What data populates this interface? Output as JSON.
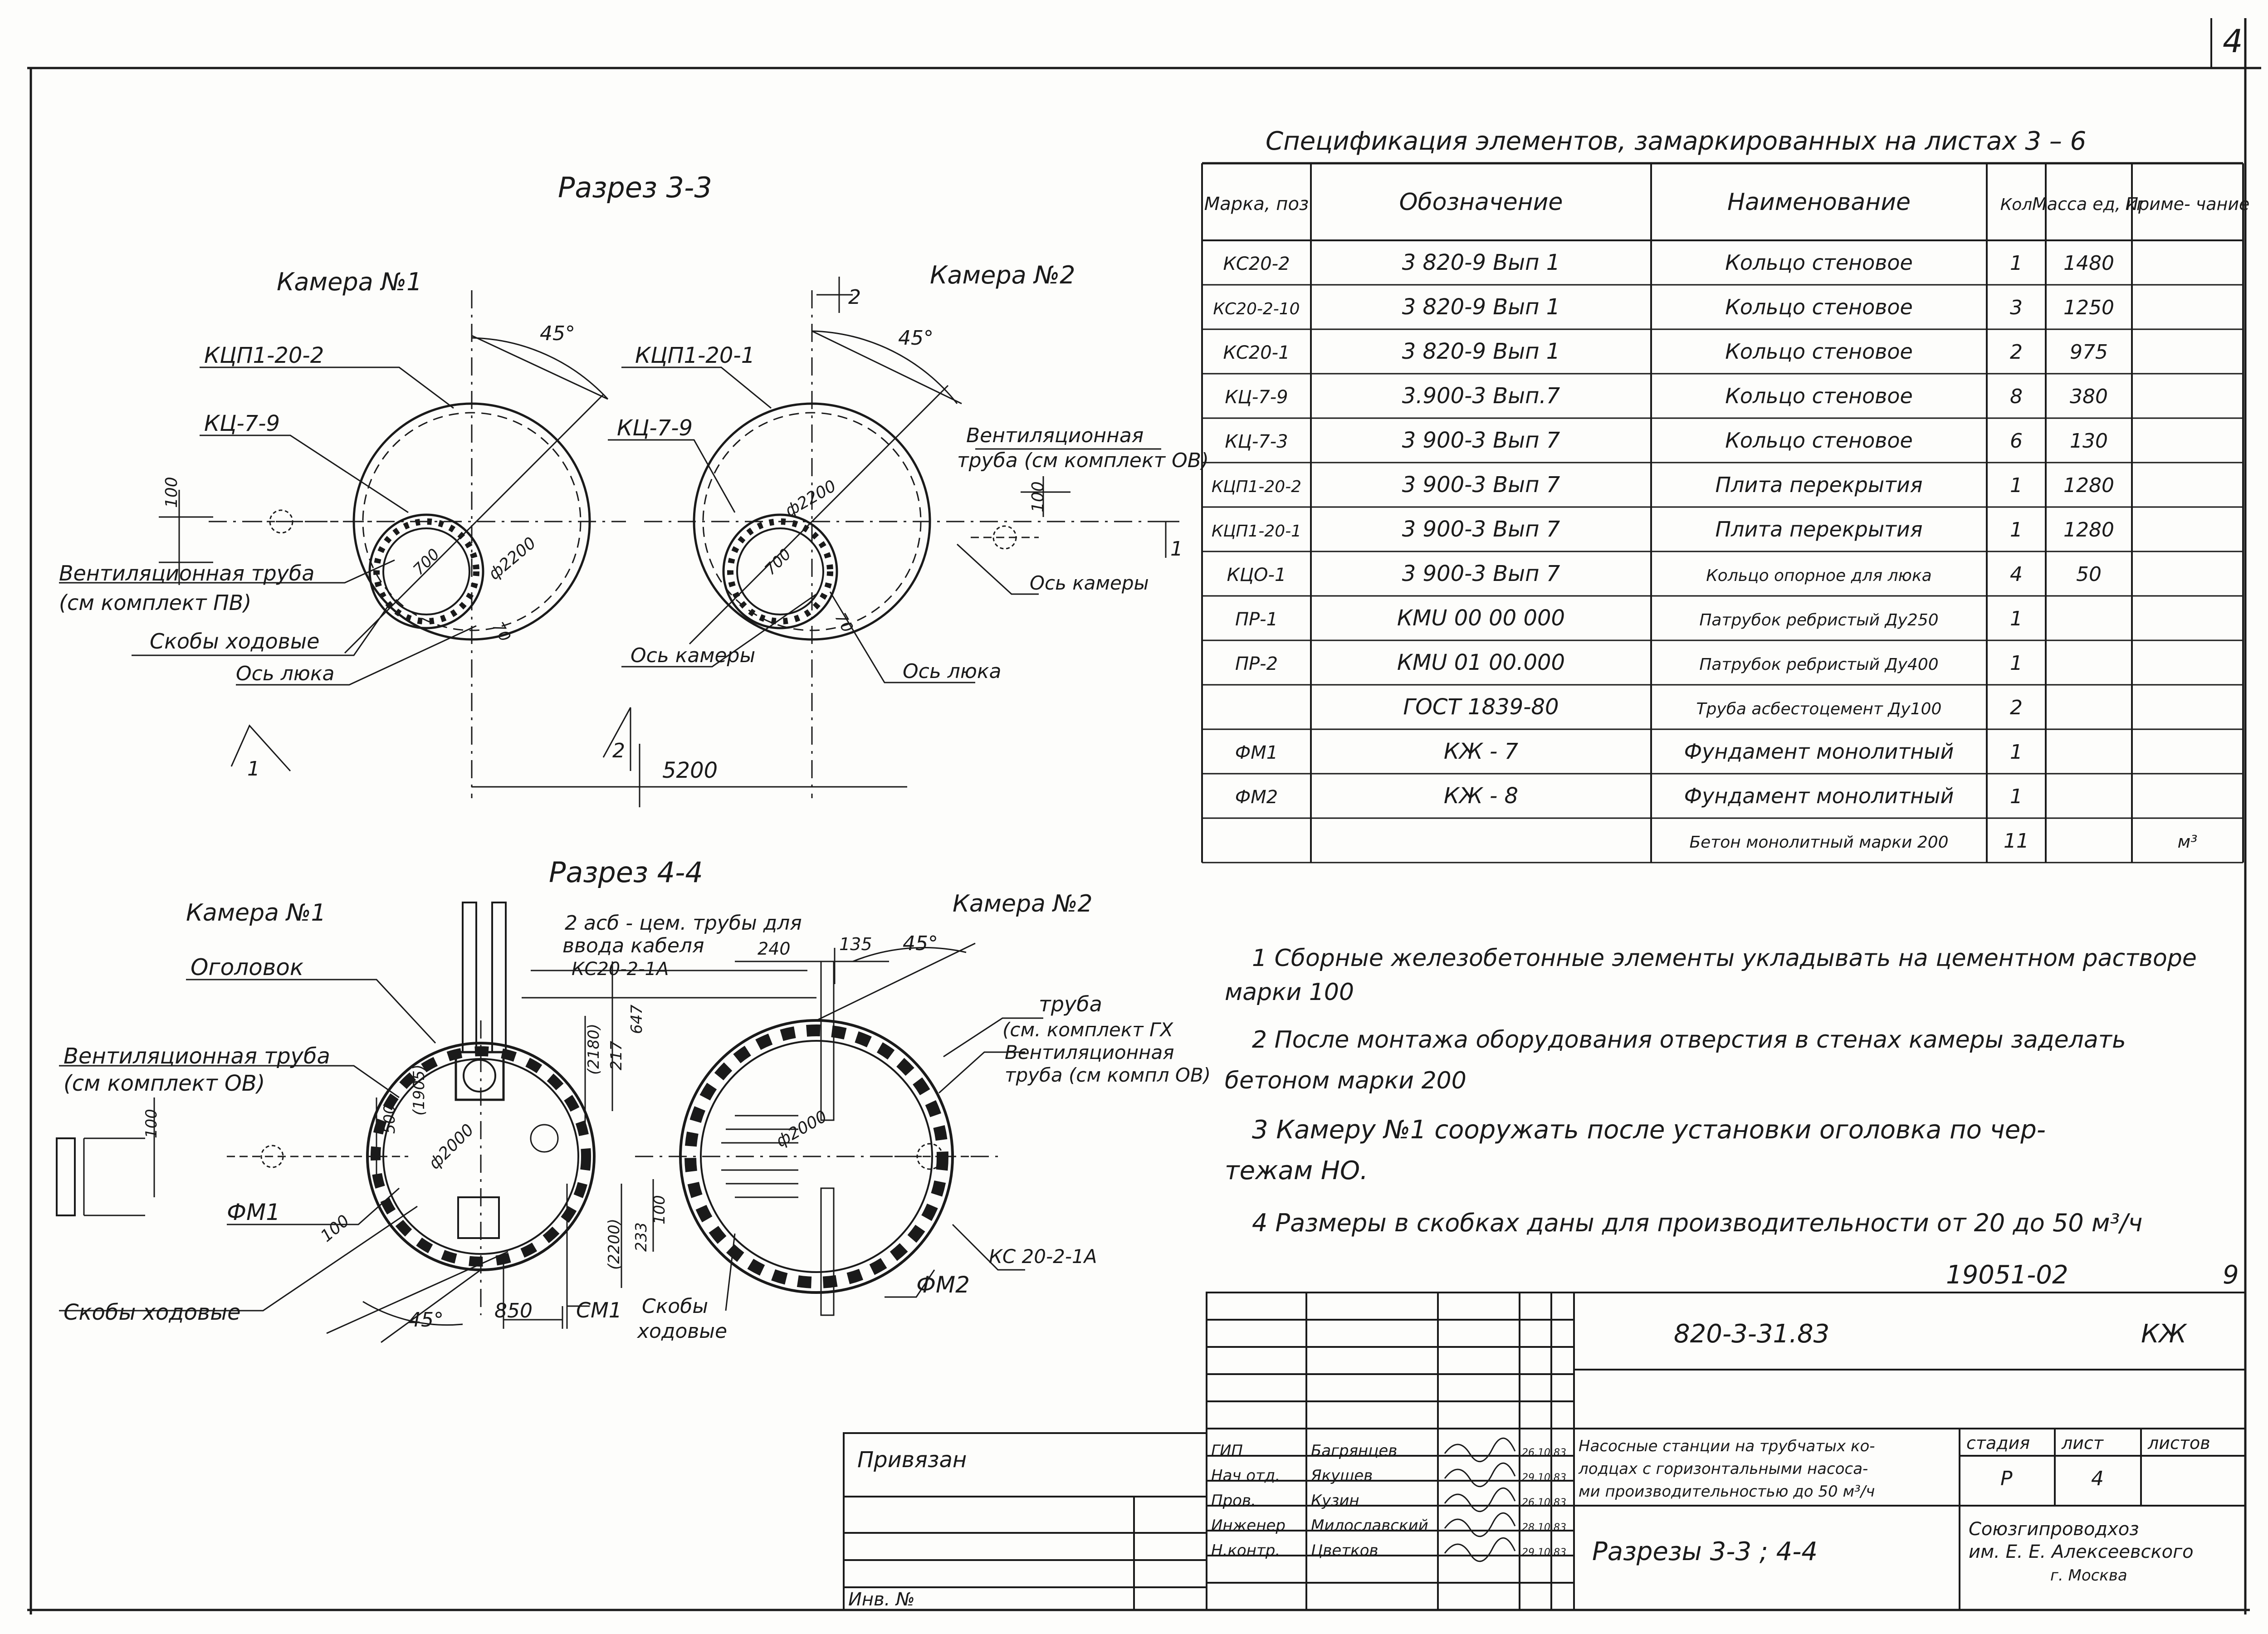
{
  "sheet_number_corner": "4",
  "sections": {
    "s33": {
      "title": "Разрез 3-3",
      "cam1": "Камера №1",
      "cam2": "Камера №2",
      "l_kup1": "КЦП1-20-2",
      "l_kc1": "КЦ-7-9",
      "l_kup2": "КЦП1-20-1",
      "l_kc2": "КЦ-7-9",
      "ang1": "45°",
      "ang2": "45°",
      "dim_100a": "100",
      "dim_100b": "100",
      "dim_2200a": "ф2200",
      "dim_2200b": "ф2200",
      "dim_700a": "700",
      "dim_700b": "700",
      "dim_70a": "70",
      "dim_70b": "70",
      "dim_5200": "5200",
      "vent1a": "Вентиляционная труба",
      "vent1b": "(см комплект ПВ)",
      "stairs": "Скобы ходовые",
      "hatch_axis1": "Ось люка",
      "cam_axis1": "Ось камеры",
      "vent2a": "Вентиляционная",
      "vent2b": "труба (см комплект ОВ)",
      "cam_axis2": "Ось камеры",
      "hatch_axis2": "Ось люка",
      "cut1": "1",
      "cut2": "2",
      "cut2b": "2",
      "cut1b": "1"
    },
    "s44": {
      "title": "Разрез 4-4",
      "cam1": "Камера №1",
      "cam2": "Камера №2",
      "head": "Оголовок",
      "pipes_a": "2 асб - цем. трубы для",
      "pipes_b": "ввода кабеля",
      "kc_top": "КС20-2-1А",
      "vent1a": "Вентиляционная труба",
      "vent1b": "(см комплект ОВ)",
      "dim_100": "100",
      "dim_500": "500",
      "dim_1905": "(1905)",
      "dim_2000a": "ф2000",
      "dim_2000b": "ф2000",
      "dim_240": "240",
      "dim_135": "135",
      "dim_2180": "(2180)",
      "dim_217": "217",
      "dim_647": "647",
      "dim_2200": "(2200)",
      "dim_233": "233",
      "dim_100b": "100",
      "dim_100c": "100",
      "ang": "45°",
      "ang2": "45°",
      "dim_850": "850",
      "fm1": "ФМ1",
      "fm2": "ФМ2",
      "cm1": "СМ1",
      "stairs1": "Скобы ходовые",
      "stairs2a": "Скобы",
      "stairs2b": "ходовые",
      "pipe_a": "труба",
      "pipe_b": "(см. комплект ГХ",
      "vent2a": "Вентиляционная",
      "vent2b": "труба (см компл ОВ)",
      "kc_bot": "КС 20-2-1А"
    }
  },
  "spec": {
    "title": "Спецификация элементов, замаркированных на листах 3 – 6",
    "headers": [
      "Марка, поз",
      "Обозначение",
      "Наименование",
      "Кол",
      "Масса ед, кг",
      "Приме- чание"
    ],
    "rows": [
      [
        "КС20-2",
        "3 820-9 Вып 1",
        "Кольцо стеновое",
        "1",
        "1480",
        ""
      ],
      [
        "КС20-2-10",
        "3 820-9 Вып 1",
        "Кольцо стеновое",
        "3",
        "1250",
        ""
      ],
      [
        "КС20-1",
        "3 820-9 Вып 1",
        "Кольцо стеновое",
        "2",
        "975",
        ""
      ],
      [
        "КЦ-7-9",
        "3.900-3 Вып.7",
        "Кольцо стеновое",
        "8",
        "380",
        ""
      ],
      [
        "КЦ-7-3",
        "3 900-3 Вып 7",
        "Кольцо стеновое",
        "6",
        "130",
        ""
      ],
      [
        "КЦП1-20-2",
        "3 900-3 Вып 7",
        "Плита перекрытия",
        "1",
        "1280",
        ""
      ],
      [
        "КЦП1-20-1",
        "3 900-3 Вып 7",
        "Плита перекрытия",
        "1",
        "1280",
        ""
      ],
      [
        "КЦО-1",
        "3 900-3 Вып 7",
        "Кольцо опорное для люка",
        "4",
        "50",
        ""
      ],
      [
        "ПР-1",
        "КМU 00 00 000",
        "Патрубок ребристый Ду250",
        "1",
        "",
        ""
      ],
      [
        "ПР-2",
        "КМU 01 00.000",
        "Патрубок ребристый Ду400",
        "1",
        "",
        ""
      ],
      [
        "",
        "ГОСТ 1839-80",
        "Труба асбестоцемент Ду100",
        "2",
        "",
        ""
      ],
      [
        "ФМ1",
        "КЖ - 7",
        "Фундамент монолитный",
        "1",
        "",
        ""
      ],
      [
        "ФМ2",
        "КЖ - 8",
        "Фундамент монолитный",
        "1",
        "",
        ""
      ],
      [
        "",
        "",
        "Бетон монолитный марки 200",
        "11",
        "",
        "м³"
      ]
    ]
  },
  "notes": [
    "1 Сборные железобетонные элементы укладывать на цементном растворе",
    "марки 100",
    "2 После монтажа оборудования отверстия в стенах камеры заделать",
    "бетоном марки 200",
    "3 Камеру №1 сооружать после установки оголовка по чер-",
    "тежам НО.",
    "4 Размеры в скобках даны для производительности от 20 до 50 м³/ч"
  ],
  "stamp": {
    "doc_no": "19051-02",
    "page": "9",
    "code": "820-3-31.83",
    "mark": "КЖ",
    "bound": "Привязан",
    "inv": "Инв. №",
    "roles": [
      "ГИП",
      "Нач отд.",
      "Пров.",
      "Инженер",
      "Н.контр."
    ],
    "names": [
      "Багрянцев",
      "Якушев",
      "Кузин",
      "Милославский",
      "Цветков"
    ],
    "dates": [
      "26.10.83",
      "29.10.83",
      "26.10.83",
      "28.10.83",
      "29.10.83"
    ],
    "title_a": "Насосные станции на трубчатых ко-",
    "title_b": "лодцах с горизонтальными насоса-",
    "title_c": "ми производительностью до 50 м³/ч",
    "h_stage": "стадия",
    "h_sheet": "лист",
    "h_sheets": "листов",
    "stage": "Р",
    "sheet": "4",
    "sheet_title": "Разрезы 3-3 ; 4-4",
    "org_a": "Союзгипроводхоз",
    "org_b": "им. Е. Е. Алексеевского",
    "org_c": "г. Москва"
  }
}
